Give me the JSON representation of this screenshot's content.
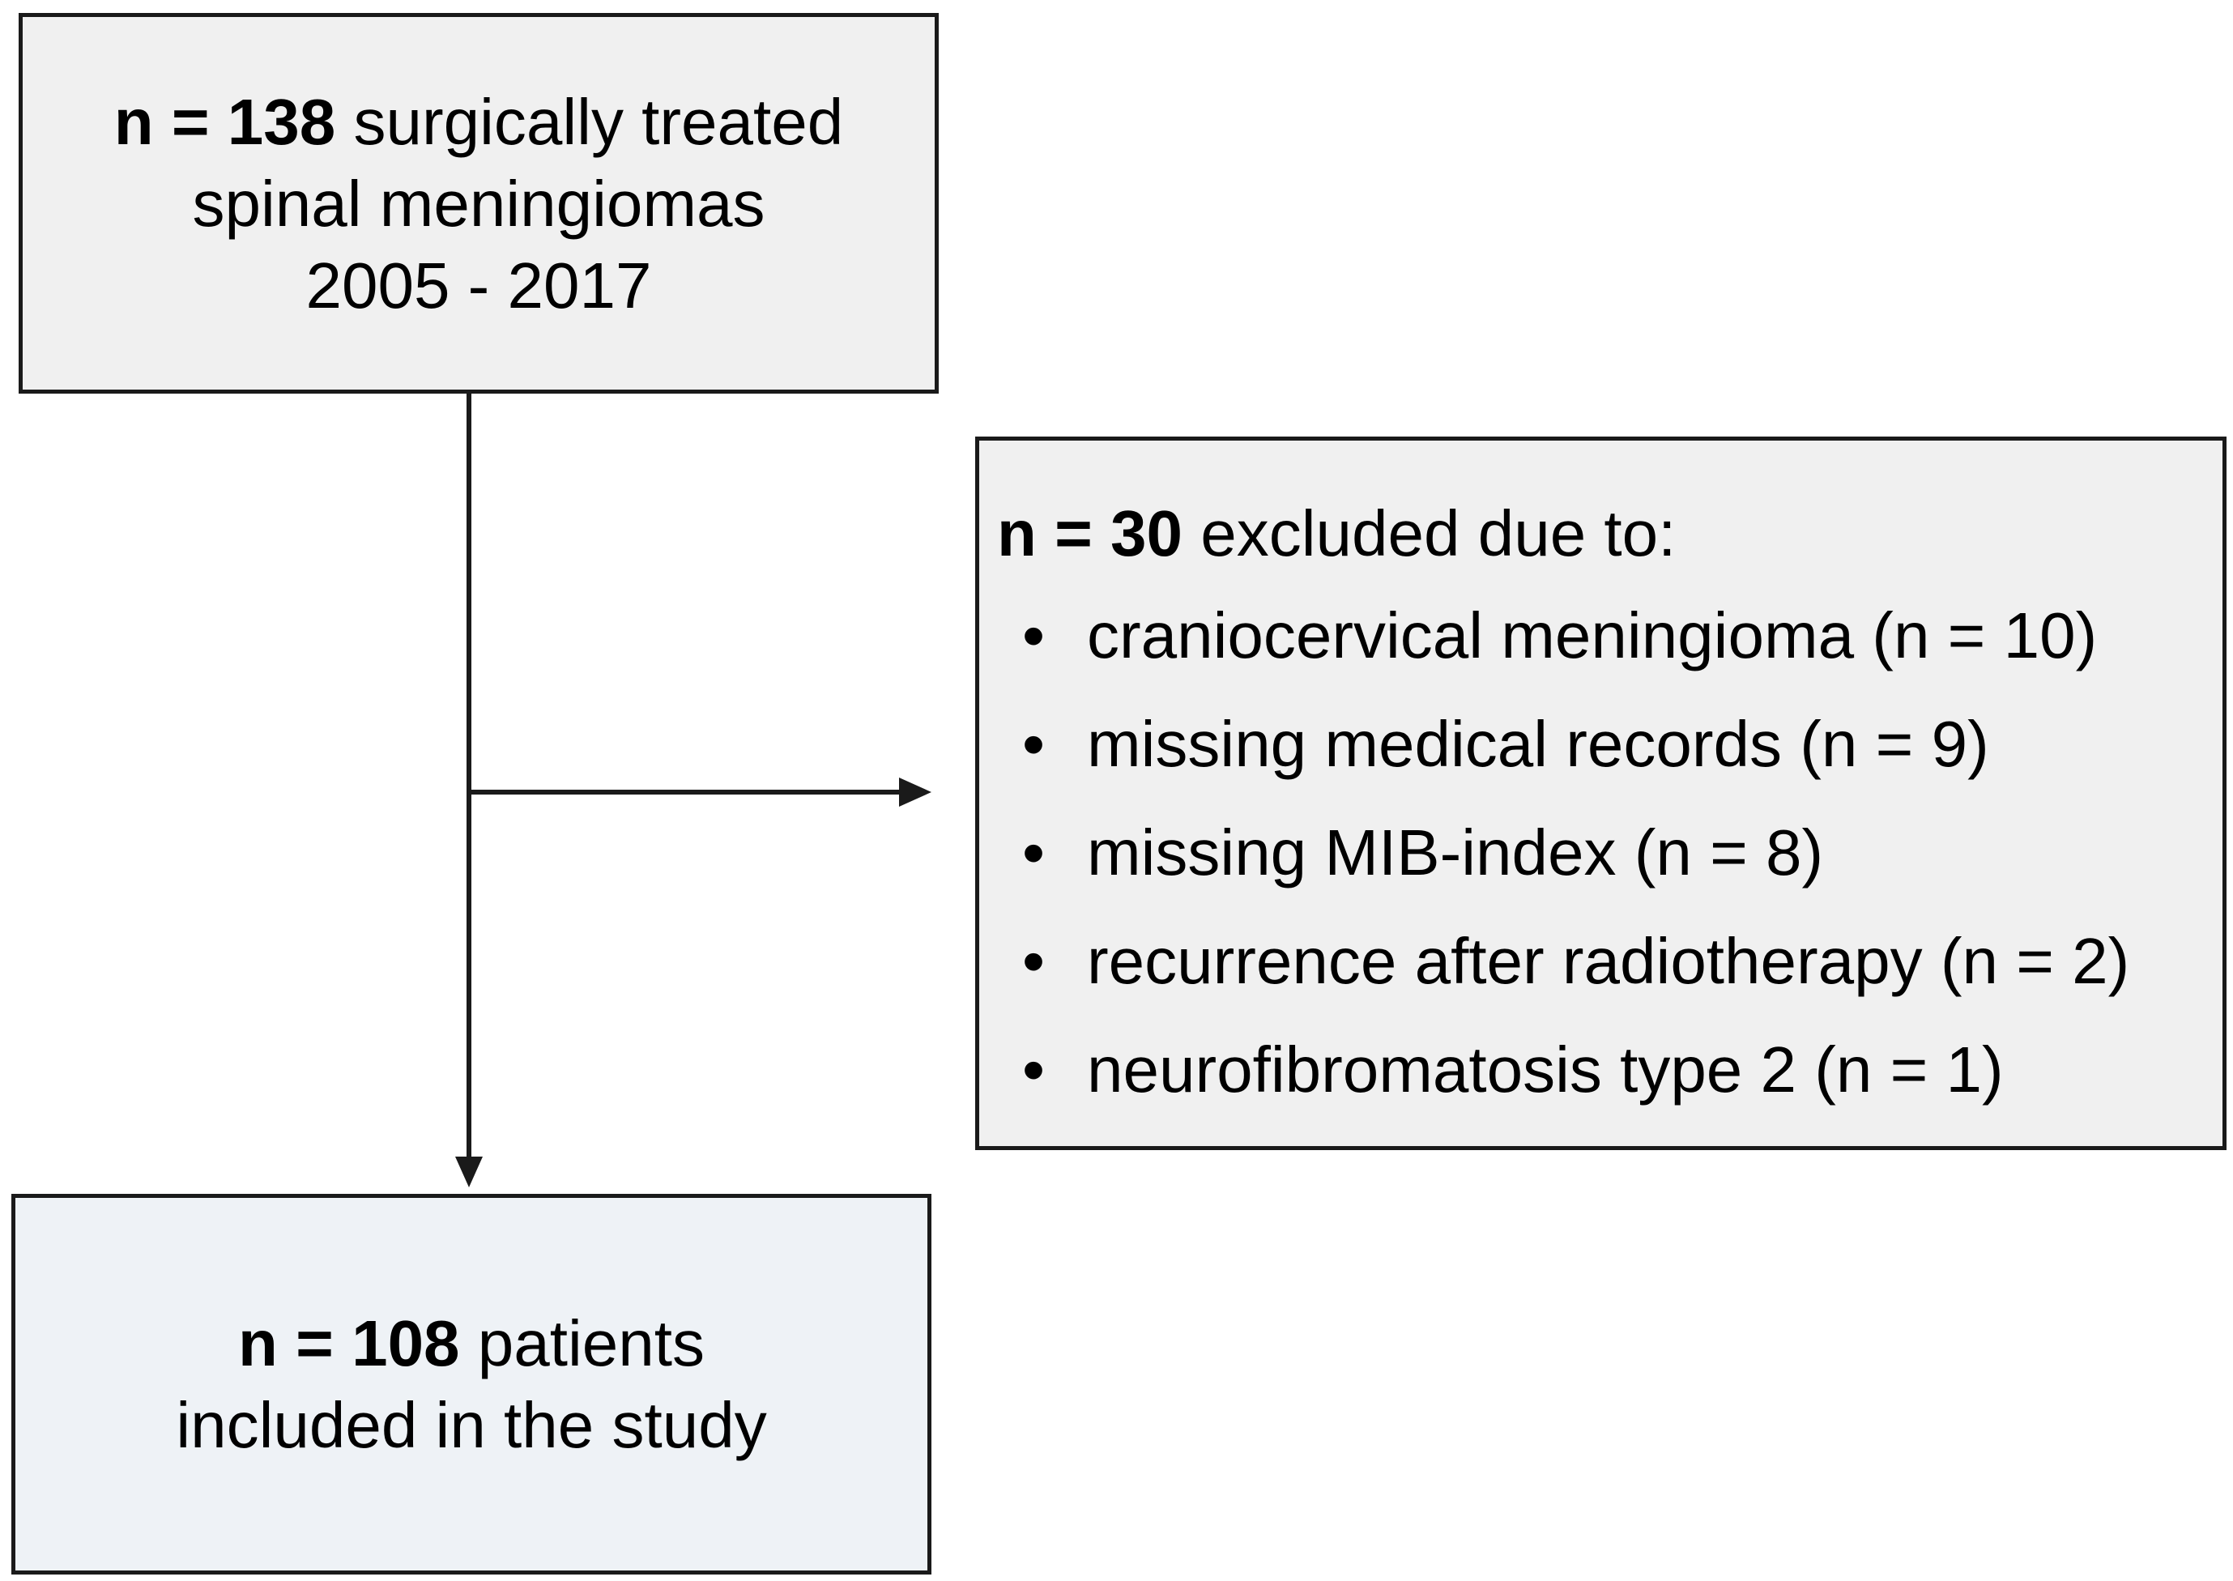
{
  "top_box": {
    "count": "n = 138",
    "line1_rest": " surgically treated",
    "line2": "spinal meningiomas",
    "line3": "2005 - 2017"
  },
  "exclusion_box": {
    "count": "n = 30",
    "heading_rest": " excluded due to:",
    "items": [
      "craniocervical meningioma (n = 10)",
      "missing medical records (n = 9)",
      "missing MIB-index (n = 8)",
      "recurrence after radiotherapy (n = 2)",
      "neurofibromatosis type 2 (n = 1)"
    ]
  },
  "bottom_box": {
    "count": "n = 108",
    "line1_rest": " patients",
    "line2": "included in the study"
  },
  "colors": {
    "box_fill_grey": "#f0f0f0",
    "box_fill_blue": "#eef2f6",
    "stroke": "#1a1a1a"
  }
}
